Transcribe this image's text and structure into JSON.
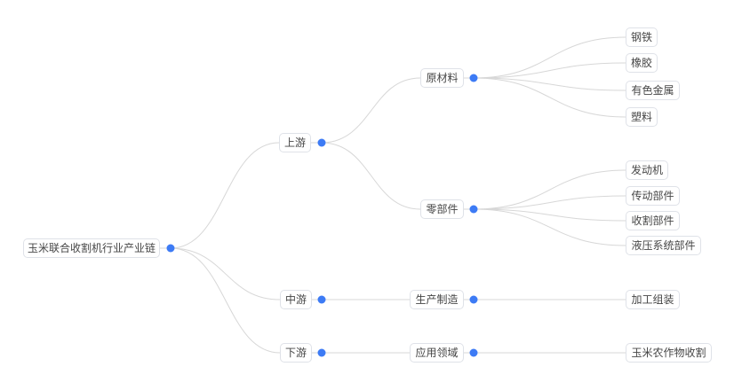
{
  "diagram": {
    "type": "mindmap",
    "orientation": "left-to-right"
  },
  "colors": {
    "background": "#ffffff",
    "node_background": "#ffffff",
    "node_border": "#dfe2e8",
    "node_text": "#464646",
    "edge_line": "#d7d7d7",
    "joint_dot": "#3d7bf5"
  },
  "tree": {
    "label": "玉米联合收割机行业产业链",
    "children": [
      {
        "label": "上游",
        "children": [
          {
            "label": "原材料",
            "children": [
              {
                "label": "钢铁"
              },
              {
                "label": "橡胶"
              },
              {
                "label": "有色金属"
              },
              {
                "label": "塑料"
              }
            ]
          },
          {
            "label": "零部件",
            "children": [
              {
                "label": "发动机"
              },
              {
                "label": "传动部件"
              },
              {
                "label": "收割部件"
              },
              {
                "label": "液压系统部件"
              }
            ]
          }
        ]
      },
      {
        "label": "中游",
        "children": [
          {
            "label": "生产制造",
            "children": [
              {
                "label": "加工组装"
              }
            ]
          }
        ]
      },
      {
        "label": "下游",
        "children": [
          {
            "label": "应用领域",
            "children": [
              {
                "label": "玉米农作物收割"
              }
            ]
          }
        ]
      }
    ]
  }
}
